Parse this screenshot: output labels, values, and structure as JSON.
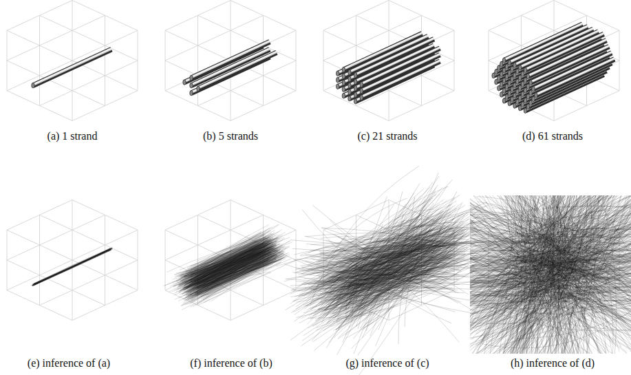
{
  "diagram": {
    "labels": [
      "(a) 1 strand",
      "(b) 5 strands",
      "(c) 21 strands",
      "(d) 61 strands",
      "(e) inference of (a)",
      "(f) inference of (b)",
      "(g) inference of (c)",
      "(h) inference of (d)"
    ]
  }
}
